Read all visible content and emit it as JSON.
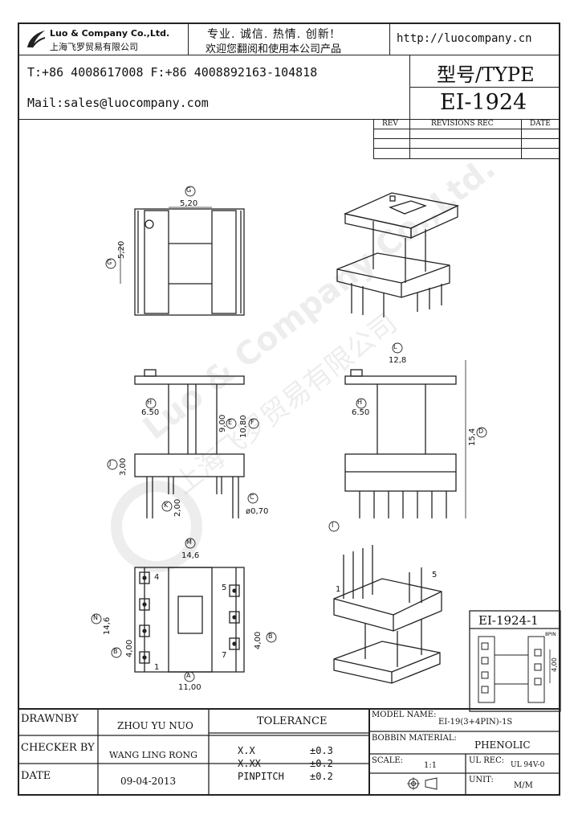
{
  "header": {
    "company_name": "Luo & Company Co.,Ltd.",
    "company_cn": "上海飞罗贸易有限公司",
    "slogan_line1": "专业. 诚信. 热情. 创新!",
    "slogan_line2": "欢迎您翻阅和使用本公司产品",
    "website": "http://luocompany.cn",
    "phone_fax": "T:+86 4008617008 F:+86 4008892163-104818",
    "email": "Mail:sales@luocompany.com",
    "type_label": "型号/TYPE",
    "type_value": "EI-1924"
  },
  "revisions": {
    "col_rev": "REV",
    "col_revisions": "REVISIONS REC",
    "col_date": "DATE"
  },
  "watermark": {
    "line1": "Luo & Company Co.,Ltd.",
    "line2": "上海飞罗贸易有限公司"
  },
  "dimensions": {
    "g_label": "G",
    "g_value": "5,20",
    "g2_value": "5,20",
    "l_label": "L",
    "l_value": "12,8",
    "h_label": "H",
    "h_value": "6.50",
    "h2_value": "6.50",
    "e_label": "E",
    "e_value": "9,00",
    "f_label": "F",
    "f_value": "10,80",
    "d_label": "D",
    "d_value": "15,4",
    "j_label": "J",
    "j_value": "3,00",
    "k_label": "K",
    "k_value": "2,00",
    "c_label": "C",
    "c_value": "ø0,70",
    "i_label": "I",
    "m_label": "M",
    "m_value": "14,6",
    "n_label": "N",
    "n_value": "14,6",
    "b_label": "B",
    "b_value": "4,00",
    "b2_value": "4,00",
    "a_label": "A",
    "a_value": "11,00",
    "pin_1": "1",
    "pin_4": "4",
    "pin_5": "5",
    "pin_7": "7",
    "iso_pin_1": "1",
    "iso_pin_5": "5"
  },
  "pcb_box": {
    "title": "EI-1924-1",
    "pin_note": "8PIN",
    "dim": "4,00"
  },
  "title_block": {
    "drawnby_label": "DRAWNBY",
    "drawnby_value": "ZHOU YU NUO",
    "checker_label": "CHECKER BY",
    "checker_value": "WANG LING RONG",
    "date_label": "DATE",
    "date_value": "09-04-2013",
    "tolerance_label": "TOLERANCE",
    "tol_rows": [
      {
        "k": "X.X",
        "v": "±0.3"
      },
      {
        "k": "X.XX",
        "v": "±0.2"
      },
      {
        "k": "PINPITCH",
        "v": "±0.2"
      }
    ],
    "model_name_label": "MODEL NAME:",
    "model_name_value": "EI-19(3+4PIN)-1S",
    "bobbin_material_label": "BOBBIN MATERIAL:",
    "bobbin_material_value": "PHENOLIC",
    "scale_label": "SCALE:",
    "scale_value": "1:1",
    "ul_rec_label": "UL REC:",
    "ul_rec_value": "UL 94V-0",
    "unit_label": "UNIT:",
    "unit_value": "M/M"
  }
}
